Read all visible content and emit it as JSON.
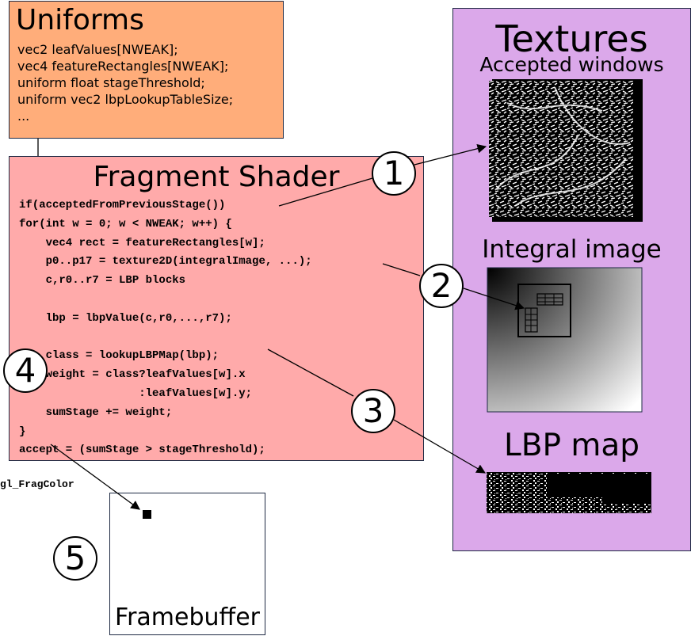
{
  "uniforms": {
    "title": "Uniforms",
    "lines": [
      "vec2 leafValues[NWEAK];",
      "vec4 featureRectangles[NWEAK];",
      "uniform float stageThreshold;",
      "uniform vec2 lbpLookupTableSize;",
      "..."
    ]
  },
  "shader": {
    "title": "Fragment Shader",
    "code": [
      "if(acceptedFromPreviousStage())",
      "for(int w = 0; w < NWEAK; w++) {",
      "    vec4 rect = featureRectangles[w];",
      "    p0..p17 = texture2D(integralImage, ...);",
      "    c,r0..r7 = LBP blocks",
      "",
      "    lbp = lbpValue(c,r0,...,r7);",
      "",
      "    class = lookupLBPMap(lbp);",
      "    weight = class?leafValues[w].x",
      "                  :leafValues[w].y;",
      "    sumStage += weight;",
      "}",
      "accept = (sumStage > stageThreshold);"
    ]
  },
  "textures": {
    "title": "Textures",
    "accepted_label": "Accepted windows",
    "integral_label": "Integral image",
    "lbp_label": "LBP map"
  },
  "framebuffer": {
    "label": "Framebuffer"
  },
  "output_label": "gl_FragColor",
  "steps": [
    "1",
    "2",
    "3",
    "4",
    "5"
  ]
}
